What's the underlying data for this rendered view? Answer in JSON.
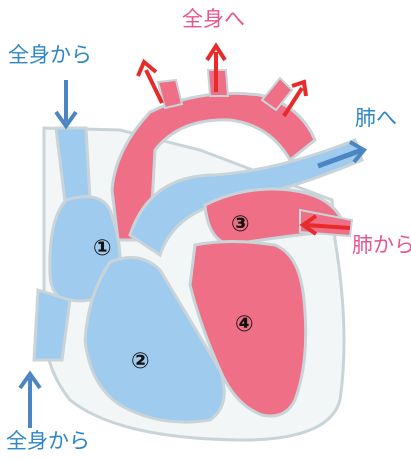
{
  "labels": {
    "to_body_top": "全身へ",
    "from_body_upper": "全身から",
    "from_body_lower": "全身から",
    "to_lungs": "肺へ",
    "from_lungs": "肺から"
  },
  "chambers": {
    "c1": "①",
    "c2": "②",
    "c3": "③",
    "c4": "④"
  },
  "colors": {
    "venous_blue": "#9ecbee",
    "arterial_pink": "#ee6f86",
    "outline": "#c9d4d9",
    "arrow_blue": "#4b86c2",
    "arrow_red": "#e82a2a",
    "text_blue": "#2f86c8",
    "text_pink": "#e8558f"
  }
}
